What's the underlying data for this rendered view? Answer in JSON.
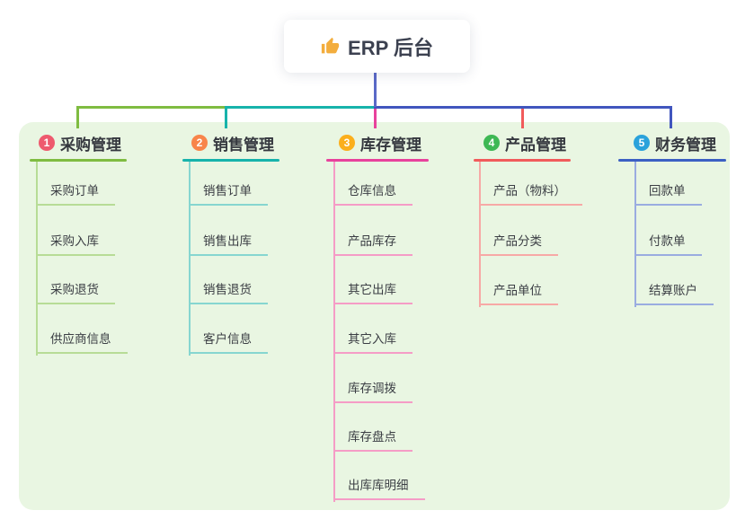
{
  "root": {
    "title": "ERP 后台",
    "icon": "thumbs-up-icon",
    "icon_color": "#f3ad3d",
    "card_bg": "#ffffff"
  },
  "canvas": {
    "panel_bg": "#e9f6e2"
  },
  "connectors": {
    "root_line": "#5a69c7",
    "bus_green": "#7fbc41",
    "bus_teal": "#17b3ab",
    "bus_blue": "#4156be",
    "drop_magenta": "#e8429c",
    "drop_red": "#f15b5b"
  },
  "branches": [
    {
      "index": "1",
      "label": "采购管理",
      "badge_color": "#ee5a6e",
      "line_color": "#7fbc41",
      "child_line_color": "#b7dc96",
      "children": [
        "采购订单",
        "采购入库",
        "采购退货",
        "供应商信息"
      ]
    },
    {
      "index": "2",
      "label": "销售管理",
      "badge_color": "#f8854a",
      "line_color": "#17b3ab",
      "child_line_color": "#86d6d0",
      "children": [
        "销售订单",
        "销售出库",
        "销售退货",
        "客户信息"
      ]
    },
    {
      "index": "3",
      "label": "库存管理",
      "badge_color": "#fbaf1c",
      "line_color": "#e8429c",
      "child_line_color": "#f59cc6",
      "children": [
        "仓库信息",
        "产品库存",
        "其它出库",
        "其它入库",
        "库存调拨",
        "库存盘点",
        "出库库明细"
      ]
    },
    {
      "index": "4",
      "label": "产品管理",
      "badge_color": "#3eb854",
      "line_color": "#f15b5b",
      "child_line_color": "#f7a9a6",
      "children": [
        "产品（物料）",
        "产品分类",
        "产品单位"
      ]
    },
    {
      "index": "5",
      "label": "财务管理",
      "badge_color": "#2aa2db",
      "line_color": "#3c60c3",
      "child_line_color": "#9aace0",
      "children": [
        "回款单",
        "付款单",
        "结算账户"
      ]
    }
  ]
}
